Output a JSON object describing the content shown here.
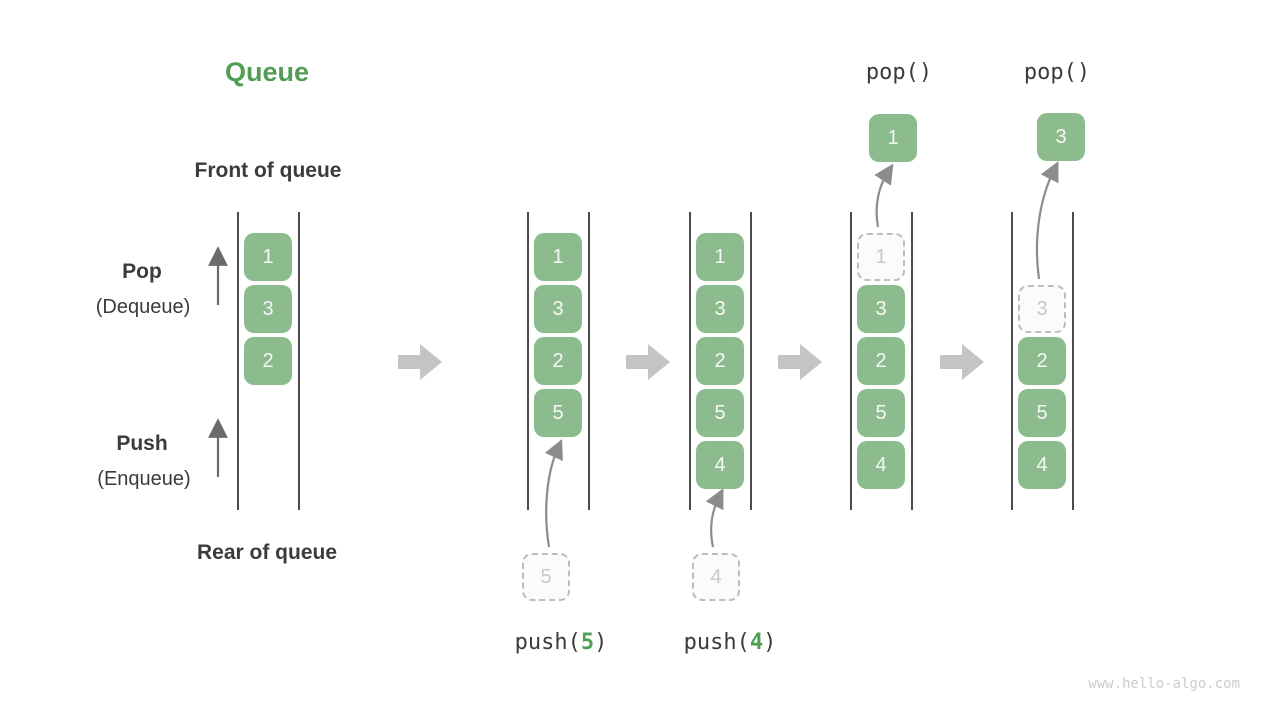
{
  "title": "Queue",
  "watermark": "www.hello-algo.com",
  "side_labels": {
    "front": "Front of queue",
    "rear": "Rear of queue",
    "pop": "Pop",
    "pop_sub": "(Dequeue)",
    "push": "Push",
    "push_sub": "(Enqueue)"
  },
  "colors": {
    "green_box": "#8cbc8e",
    "green_accent": "#4f9e53",
    "dark_text": "#3b3b3b",
    "rail": "#4c4c4c",
    "block_arrow": "#c4c4c4",
    "curve_arrow": "#8c8c8c",
    "ghost_border": "#bdbdbd",
    "ghost_fill": "#fbfbfb",
    "ghost_text": "#c9c9c9",
    "watermark": "#cccccc",
    "box_text": "#f7f7f7"
  },
  "steps": [
    {
      "name": "initial",
      "cells": [
        "1",
        "3",
        "2"
      ]
    },
    {
      "name": "push-5",
      "cells": [
        "1",
        "3",
        "2",
        "5"
      ],
      "incoming": "5",
      "op": {
        "prefix": "push(",
        "arg": "5",
        "suffix": ")"
      }
    },
    {
      "name": "push-4",
      "cells": [
        "1",
        "3",
        "2",
        "5",
        "4"
      ],
      "incoming": "4",
      "op": {
        "prefix": "push(",
        "arg": "4",
        "suffix": ")"
      }
    },
    {
      "name": "pop-1",
      "removed": "1",
      "cells": [
        "3",
        "2",
        "5",
        "4"
      ],
      "popped": "1",
      "op_label": "pop()"
    },
    {
      "name": "pop-3",
      "removed": "3",
      "cells": [
        "2",
        "5",
        "4"
      ],
      "popped": "3",
      "op_label": "pop()"
    }
  ]
}
